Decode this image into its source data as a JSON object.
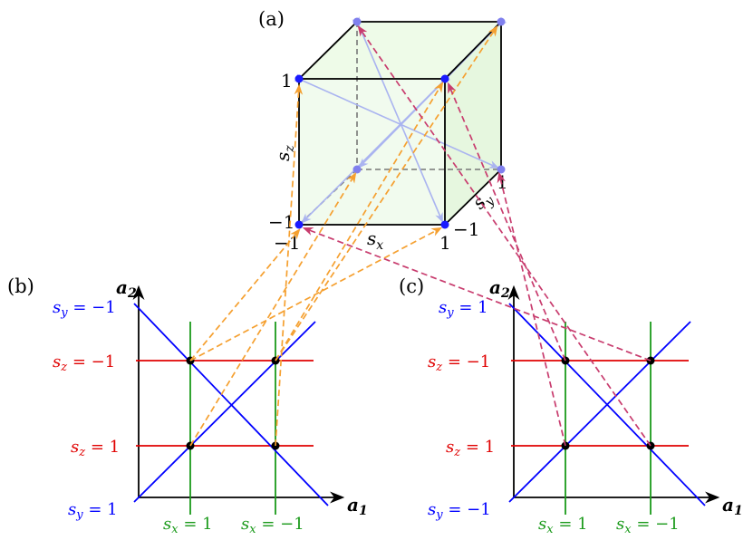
{
  "panel_a": {
    "label": "(a)",
    "sz_symbol": "s",
    "sz_sub": "z",
    "sx_symbol": "s",
    "sx_sub": "x",
    "sy_symbol": "s",
    "sy_sub": "y",
    "tick_z_top": "1",
    "tick_z_bottom": "−1",
    "tick_x_left": "−1",
    "tick_x_right": "1",
    "tick_y_front": "−1",
    "tick_y_back": "1"
  },
  "panel_b": {
    "label": "(b)",
    "axis_y": "a",
    "axis_y_sub": "2",
    "axis_x": "a",
    "axis_x_sub": "1",
    "sy_top": "s",
    "sy_top_sub": "y",
    "sy_top_val": " = −1",
    "sz_upper": "s",
    "sz_upper_sub": "z",
    "sz_upper_val": " = −1",
    "sz_lower": "s",
    "sz_lower_sub": "z",
    "sz_lower_val": " = 1",
    "sy_bottom": "s",
    "sy_bottom_sub": "y",
    "sy_bottom_val": " = 1",
    "sx_left": "s",
    "sx_left_sub": "x",
    "sx_left_val": " = 1",
    "sx_right": "s",
    "sx_right_sub": "x",
    "sx_right_val": " = −1"
  },
  "panel_c": {
    "label": "(c)",
    "axis_y": "a",
    "axis_y_sub": "2",
    "axis_x": "a",
    "axis_x_sub": "1",
    "sy_top": "s",
    "sy_top_sub": "y",
    "sy_top_val": " = 1",
    "sz_upper": "s",
    "sz_upper_sub": "z",
    "sz_upper_val": " = −1",
    "sz_lower": "s",
    "sz_lower_sub": "z",
    "sz_lower_val": " = 1",
    "sy_bottom": "s",
    "sy_bottom_sub": "y",
    "sy_bottom_val": " = −1",
    "sx_left": "s",
    "sx_left_sub": "x",
    "sx_left_val": " = 1",
    "sx_right": "s",
    "sx_right_sub": "x",
    "sx_right_val": " = −1"
  },
  "colors": {
    "blue": "#0000ff",
    "red": "#e00000",
    "green": "#1a9a1a",
    "orange": "#f5a030",
    "crimson": "#c83c6e",
    "lightblue": "#aab4f0",
    "cube_fill": "#e6f8e0",
    "point": "#1a1aff",
    "point_back": "#8080ee"
  }
}
